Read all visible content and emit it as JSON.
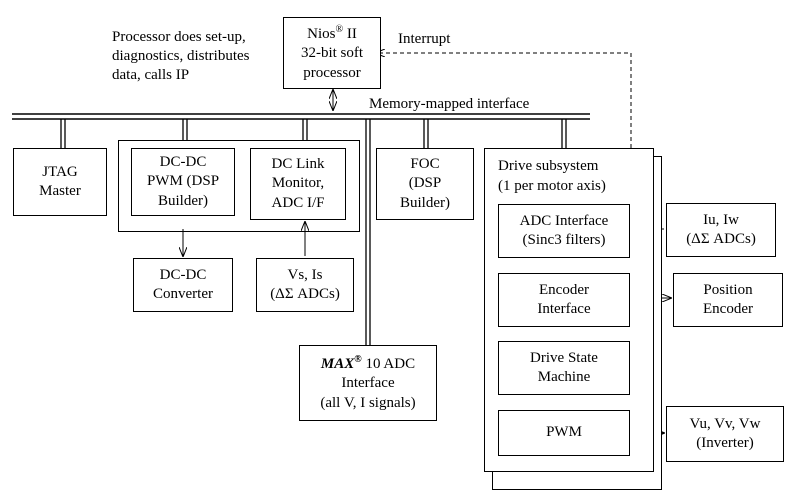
{
  "processor_note": [
    "Processor does set-up,",
    "diagnostics, distributes",
    "data, calls IP"
  ],
  "nios": {
    "line1_name": "Nios",
    "line1_reg": "®",
    "line1_suffix": " II",
    "line2": "32-bit soft",
    "line3": "processor"
  },
  "interrupt_label": "Interrupt",
  "bus_label": "Memory-mapped interface",
  "jtag": [
    "JTAG",
    "Master"
  ],
  "dcdc_pwm": [
    "DC-DC",
    "PWM (DSP",
    "Builder)"
  ],
  "dc_link": [
    "DC Link",
    "Monitor,",
    "ADC I/F"
  ],
  "foc": [
    "FOC",
    "(DSP",
    "Builder)"
  ],
  "dcdc_converter": [
    "DC-DC",
    "Converter"
  ],
  "vs_is": [
    "Vs, Is",
    "(ΔΣ ADCs)"
  ],
  "max10": {
    "brand": "MAX",
    "reg": "®",
    "rest": " 10 ADC",
    "line2": "Interface",
    "line3": "(all V, I signals)"
  },
  "drive_subsystem": [
    "Drive subsystem",
    "(1 per motor axis)"
  ],
  "adc_interface": [
    "ADC Interface",
    "(Sinc3 filters)"
  ],
  "encoder_interface": [
    "Encoder",
    "Interface"
  ],
  "drive_state_machine": [
    "Drive State",
    "Machine"
  ],
  "pwm": [
    "PWM"
  ],
  "iu_iw": [
    "Iu, Iw",
    "(ΔΣ ADCs)"
  ],
  "position_encoder": [
    "Position",
    "Encoder"
  ],
  "inverter": [
    "Vu, Vv, Vw",
    "(Inverter)"
  ]
}
